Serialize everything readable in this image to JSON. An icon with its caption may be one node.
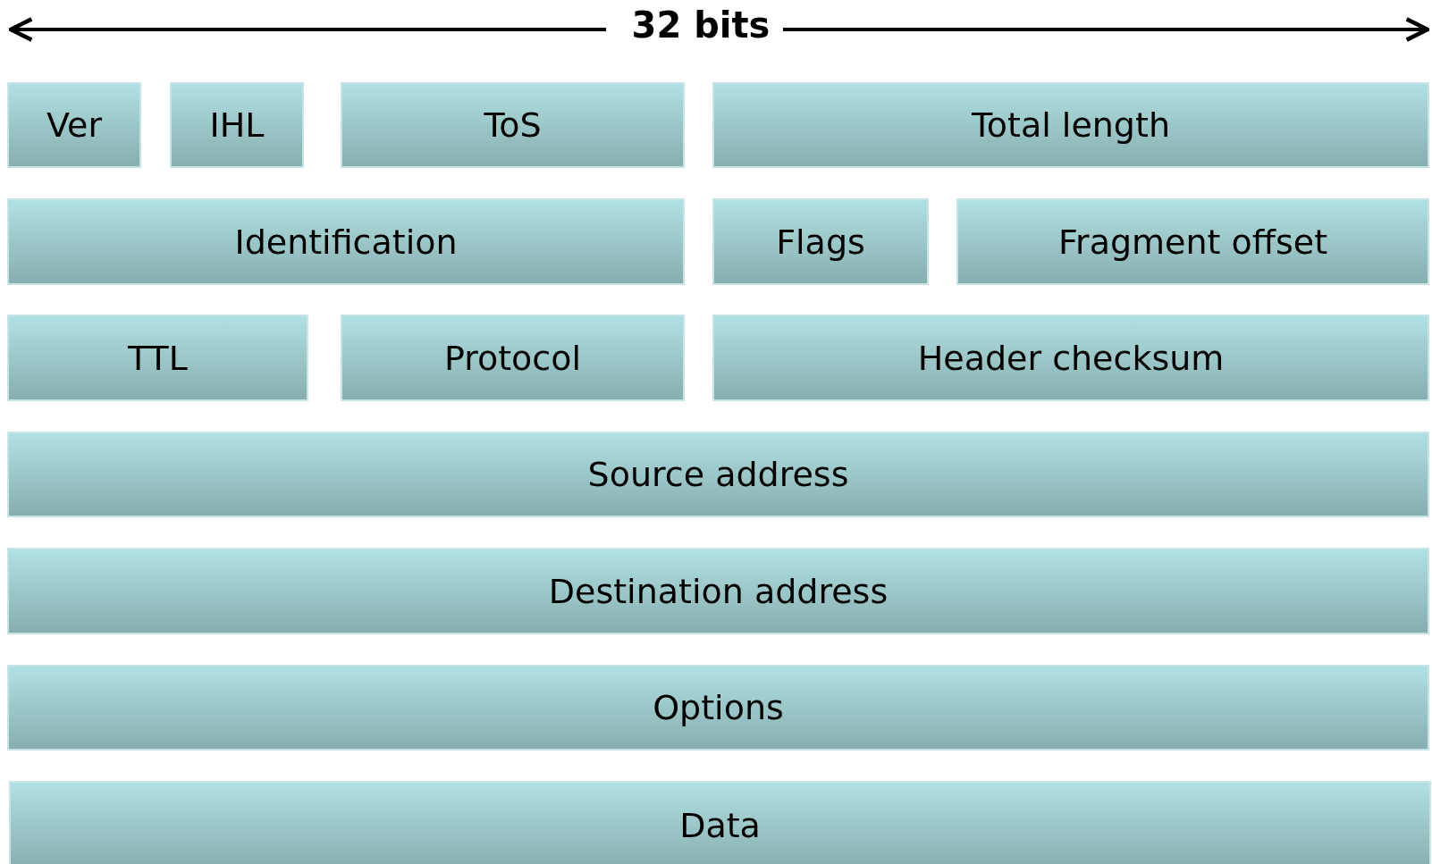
{
  "diagram": {
    "nodes": [
      {
        "text": [
          "Ver"
        ]
      },
      {
        "text": [
          "IHL"
        ]
      },
      {
        "text": [
          "ToS"
        ]
      },
      {
        "text": [
          "Total length"
        ]
      },
      {
        "text": [
          "Identification"
        ]
      },
      {
        "text": [
          "Flags"
        ]
      },
      {
        "text": [
          "Fragment offset"
        ]
      },
      {
        "text": [
          "TTL"
        ]
      },
      {
        "text": [
          "Protocol"
        ]
      },
      {
        "text": [
          "Header checksum"
        ]
      },
      {
        "text": [
          "Source address"
        ]
      },
      {
        "text": [
          "Destination address"
        ]
      },
      {
        "text": [
          "Options"
        ]
      },
      {
        "text": [
          "Data"
        ]
      }
    ],
    "labels": [
      "32 bits"
    ]
  }
}
